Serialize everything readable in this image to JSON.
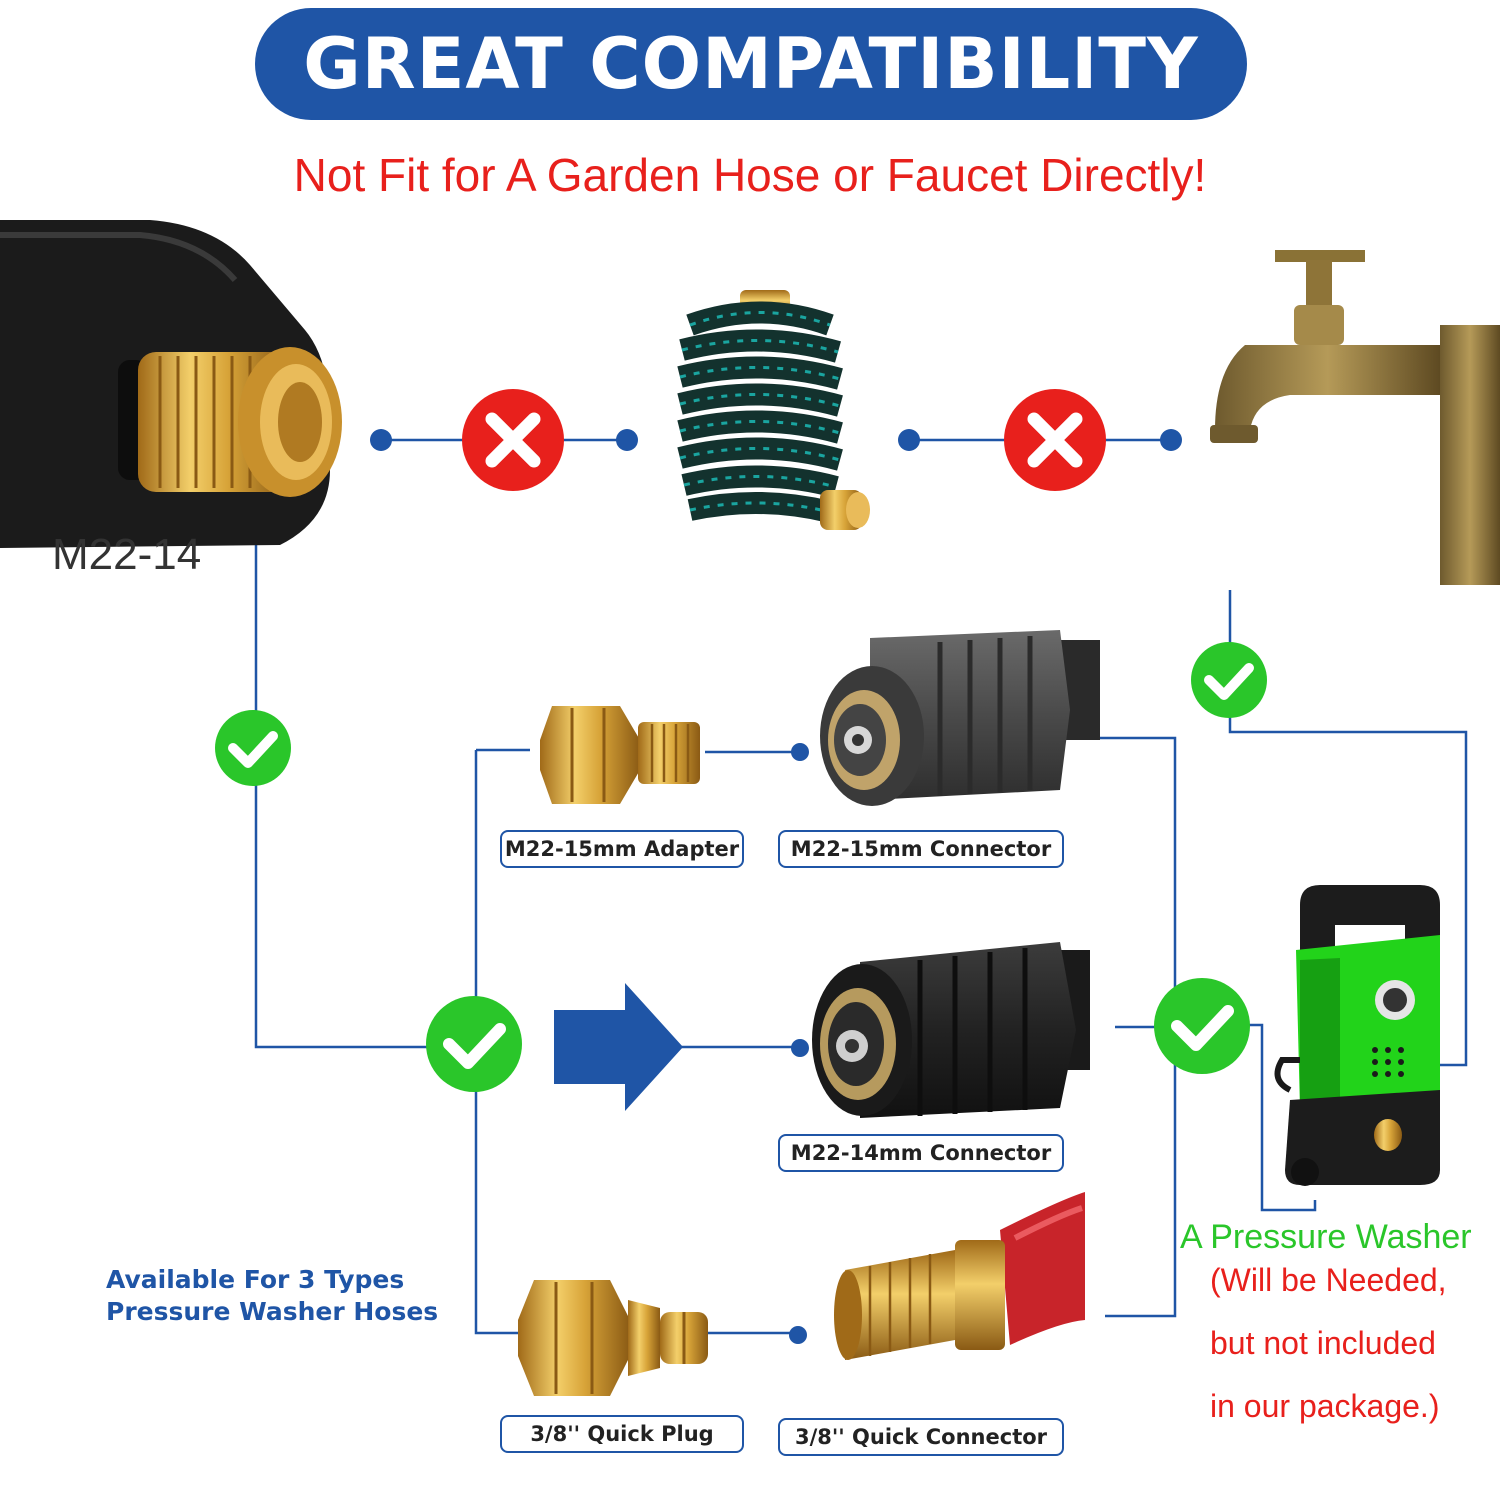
{
  "header": {
    "title": "GREAT COMPATIBILITY",
    "warning": "Not Fit for A Garden Hose or Faucet Directly!"
  },
  "labels": {
    "port_thread": "M22-14",
    "adapter_15mm": "M22-15mm Adapter",
    "connector_15mm": "M22-15mm Connector",
    "connector_14mm": "M22-14mm Connector",
    "quick_plug": "3/8'' Quick Plug",
    "quick_connector": "3/8'' Quick Connector",
    "hoses_note_line1": "Available For 3 Types",
    "hoses_note_line2": "Pressure Washer Hoses"
  },
  "pressure_washer": {
    "title": "A Pressure Washer",
    "note_line1": "(Will be Needed,",
    "note_line2": "but not included",
    "note_line3": "in our package.)"
  },
  "colors": {
    "brand_blue": "#1f55a6",
    "warning_red": "#e8201c",
    "check_green": "#2ac62a",
    "cross_red": "#e8201c",
    "brass": "#d4a740"
  }
}
